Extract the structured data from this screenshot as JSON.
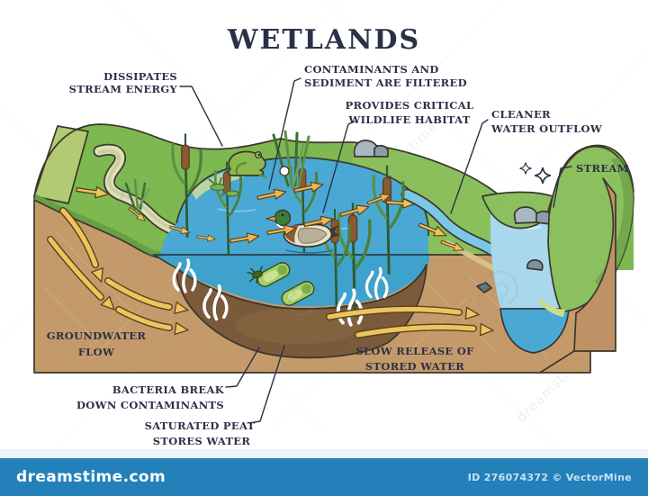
{
  "title": "WETLANDS",
  "labels": {
    "dissipates": {
      "line1": "DISSIPATES",
      "line2": "STREAM ENERGY"
    },
    "contaminants": {
      "line1": "CONTAMINANTS AND",
      "line2": "SEDIMENT ARE FILTERED"
    },
    "habitat": {
      "line1": "PROVIDES CRITICAL",
      "line2": "WILDLIFE HABITAT"
    },
    "outflow": {
      "line1": "CLEANER",
      "line2": "WATER OUTFLOW"
    },
    "stream": {
      "line1": "STREAM"
    },
    "groundwater": {
      "line1": "GROUNDWATER",
      "line2": "FLOW"
    },
    "slow_release": {
      "line1": "SLOW RELEASE OF",
      "line2": "STORED WATER"
    },
    "bacteria": {
      "line1": "BACTERIA BREAK",
      "line2": "DOWN CONTAMINANTS"
    },
    "peat": {
      "line1": "SATURATED PEAT",
      "line2": "STORES WATER"
    }
  },
  "footer": {
    "site": "dreamstime.com",
    "credit": "ID 276074372 © VectorMine"
  },
  "watermark": {
    "text": "dreamstime"
  },
  "colors": {
    "navy": "#2c3047",
    "ink": "#3a372c",
    "yellow": "#eec45c",
    "yellow2": "#f2b452",
    "water": "#49a9d4",
    "waterdeep": "#3fa2cc",
    "waterlight": "#a9d7ec",
    "green": "#7eb851",
    "green2": "#8cbf5e",
    "greenlight": "#b2ca74",
    "soil": "#c49a6b",
    "soilside": "#bf9164",
    "peat": "#7a5a3a",
    "footerblue": "#2380b9"
  }
}
